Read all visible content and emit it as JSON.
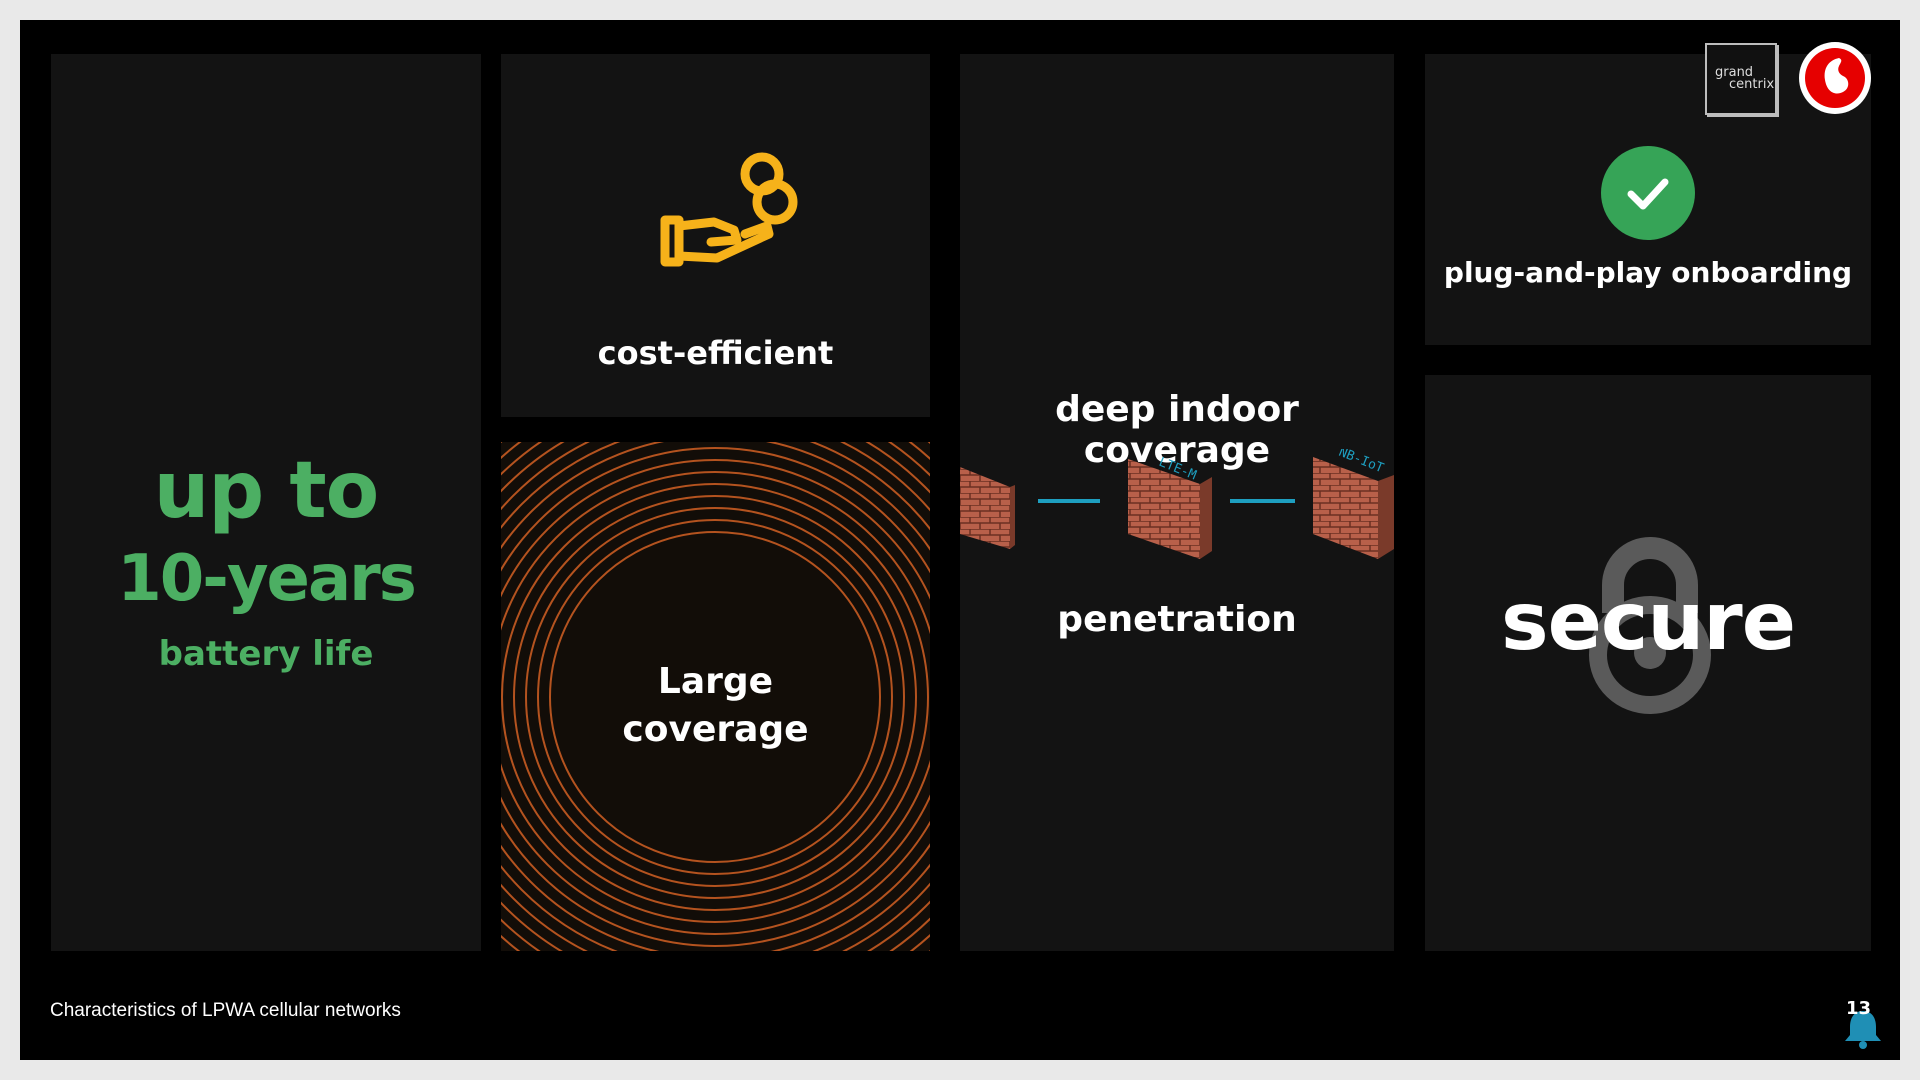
{
  "slide": {
    "battery": {
      "line1": "up to",
      "line2": "10-years",
      "line3": "battery life"
    },
    "cost": {
      "label": "cost-efficient"
    },
    "coverage": {
      "line1": "Large",
      "line2": "coverage"
    },
    "indoor": {
      "title": "deep indoor coverage",
      "label": "penetration",
      "tag1": "LTE-M",
      "tag2": "NB-IoT"
    },
    "onboarding": {
      "label": "plug-and-play onboarding"
    },
    "security": {
      "label": "secure"
    },
    "logos": {
      "partner_line1": "grand",
      "partner_line2": "centrix"
    },
    "footer": {
      "caption": "Characteristics of LPWA cellular networks",
      "page_number": "13"
    }
  },
  "colors": {
    "green": "#4caf63",
    "accent_yellow": "#f6b21a",
    "ring_orange": "#b4531f",
    "check_green": "#36a457",
    "vodafone_red": "#e60000",
    "brick": "#b8604a"
  },
  "icons": [
    "hand-coins-icon",
    "check-icon",
    "padlock-icon",
    "brick-wall-icon",
    "vodafone-logo-icon",
    "bell-icon"
  ]
}
